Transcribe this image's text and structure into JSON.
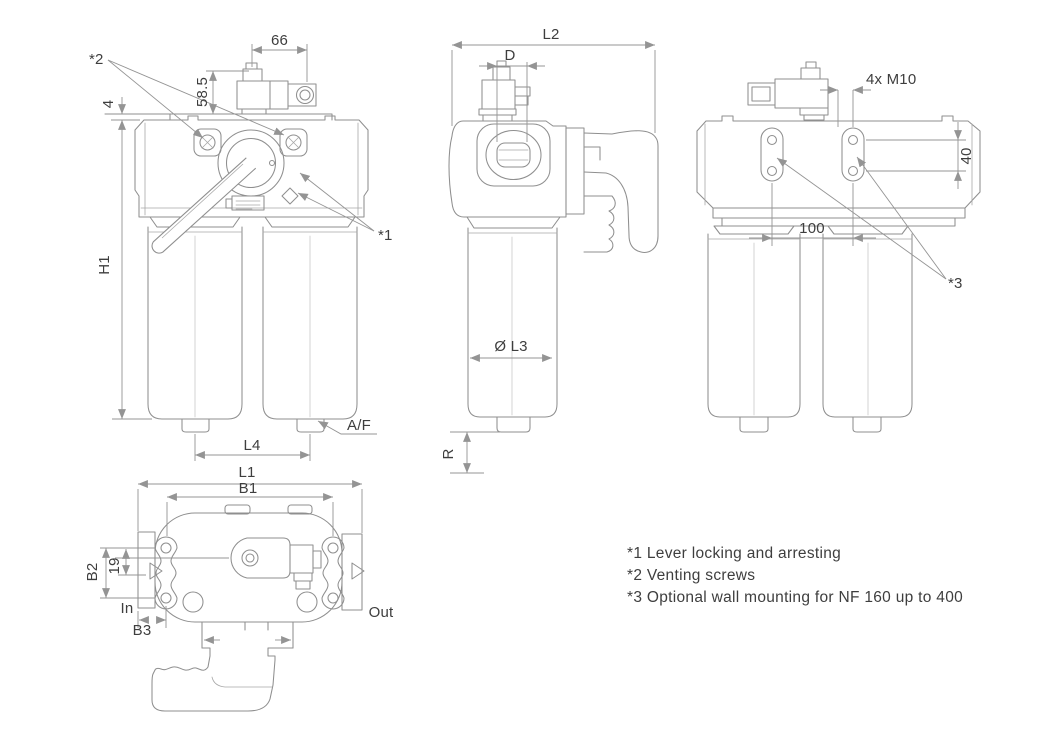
{
  "meta": {
    "description": "Dimensional drawing, duplex filter with change-over lever: front, side, rear and top orthographic views",
    "colors": {
      "background": "#ffffff",
      "lines": "#8f8f8f",
      "labels": "#3e3e3e"
    }
  },
  "views": {
    "front": {
      "labels": {
        "valve_width": "66",
        "valve_height": "58.5",
        "plate_offset": "4",
        "total_height": "H1",
        "bowl_spacing": "L4",
        "wrench_flats": "A/F",
        "ref1": "*1",
        "ref2": "*2"
      }
    },
    "side": {
      "labels": {
        "overall_length": "L2",
        "port_diameter": "D",
        "bowl_diameter": "Ø L3",
        "removal_clearance": "R"
      }
    },
    "rear": {
      "labels": {
        "mount_thread": "4x M10",
        "hole_spacing_vertical": "40",
        "hole_spacing_horizontal": "100",
        "ref3": "*3"
      }
    },
    "top": {
      "labels": {
        "overall_width": "L1",
        "mount_width": "B1",
        "mount_depth": "B2",
        "port_offset": "19",
        "flange_offset": "B3",
        "inlet": "In",
        "outlet": "Out"
      }
    }
  },
  "legend": {
    "items": [
      "*1 Lever locking and arresting",
      "*2 Venting screws",
      "*3 Optional wall mounting for NF 160 up to 400"
    ]
  }
}
